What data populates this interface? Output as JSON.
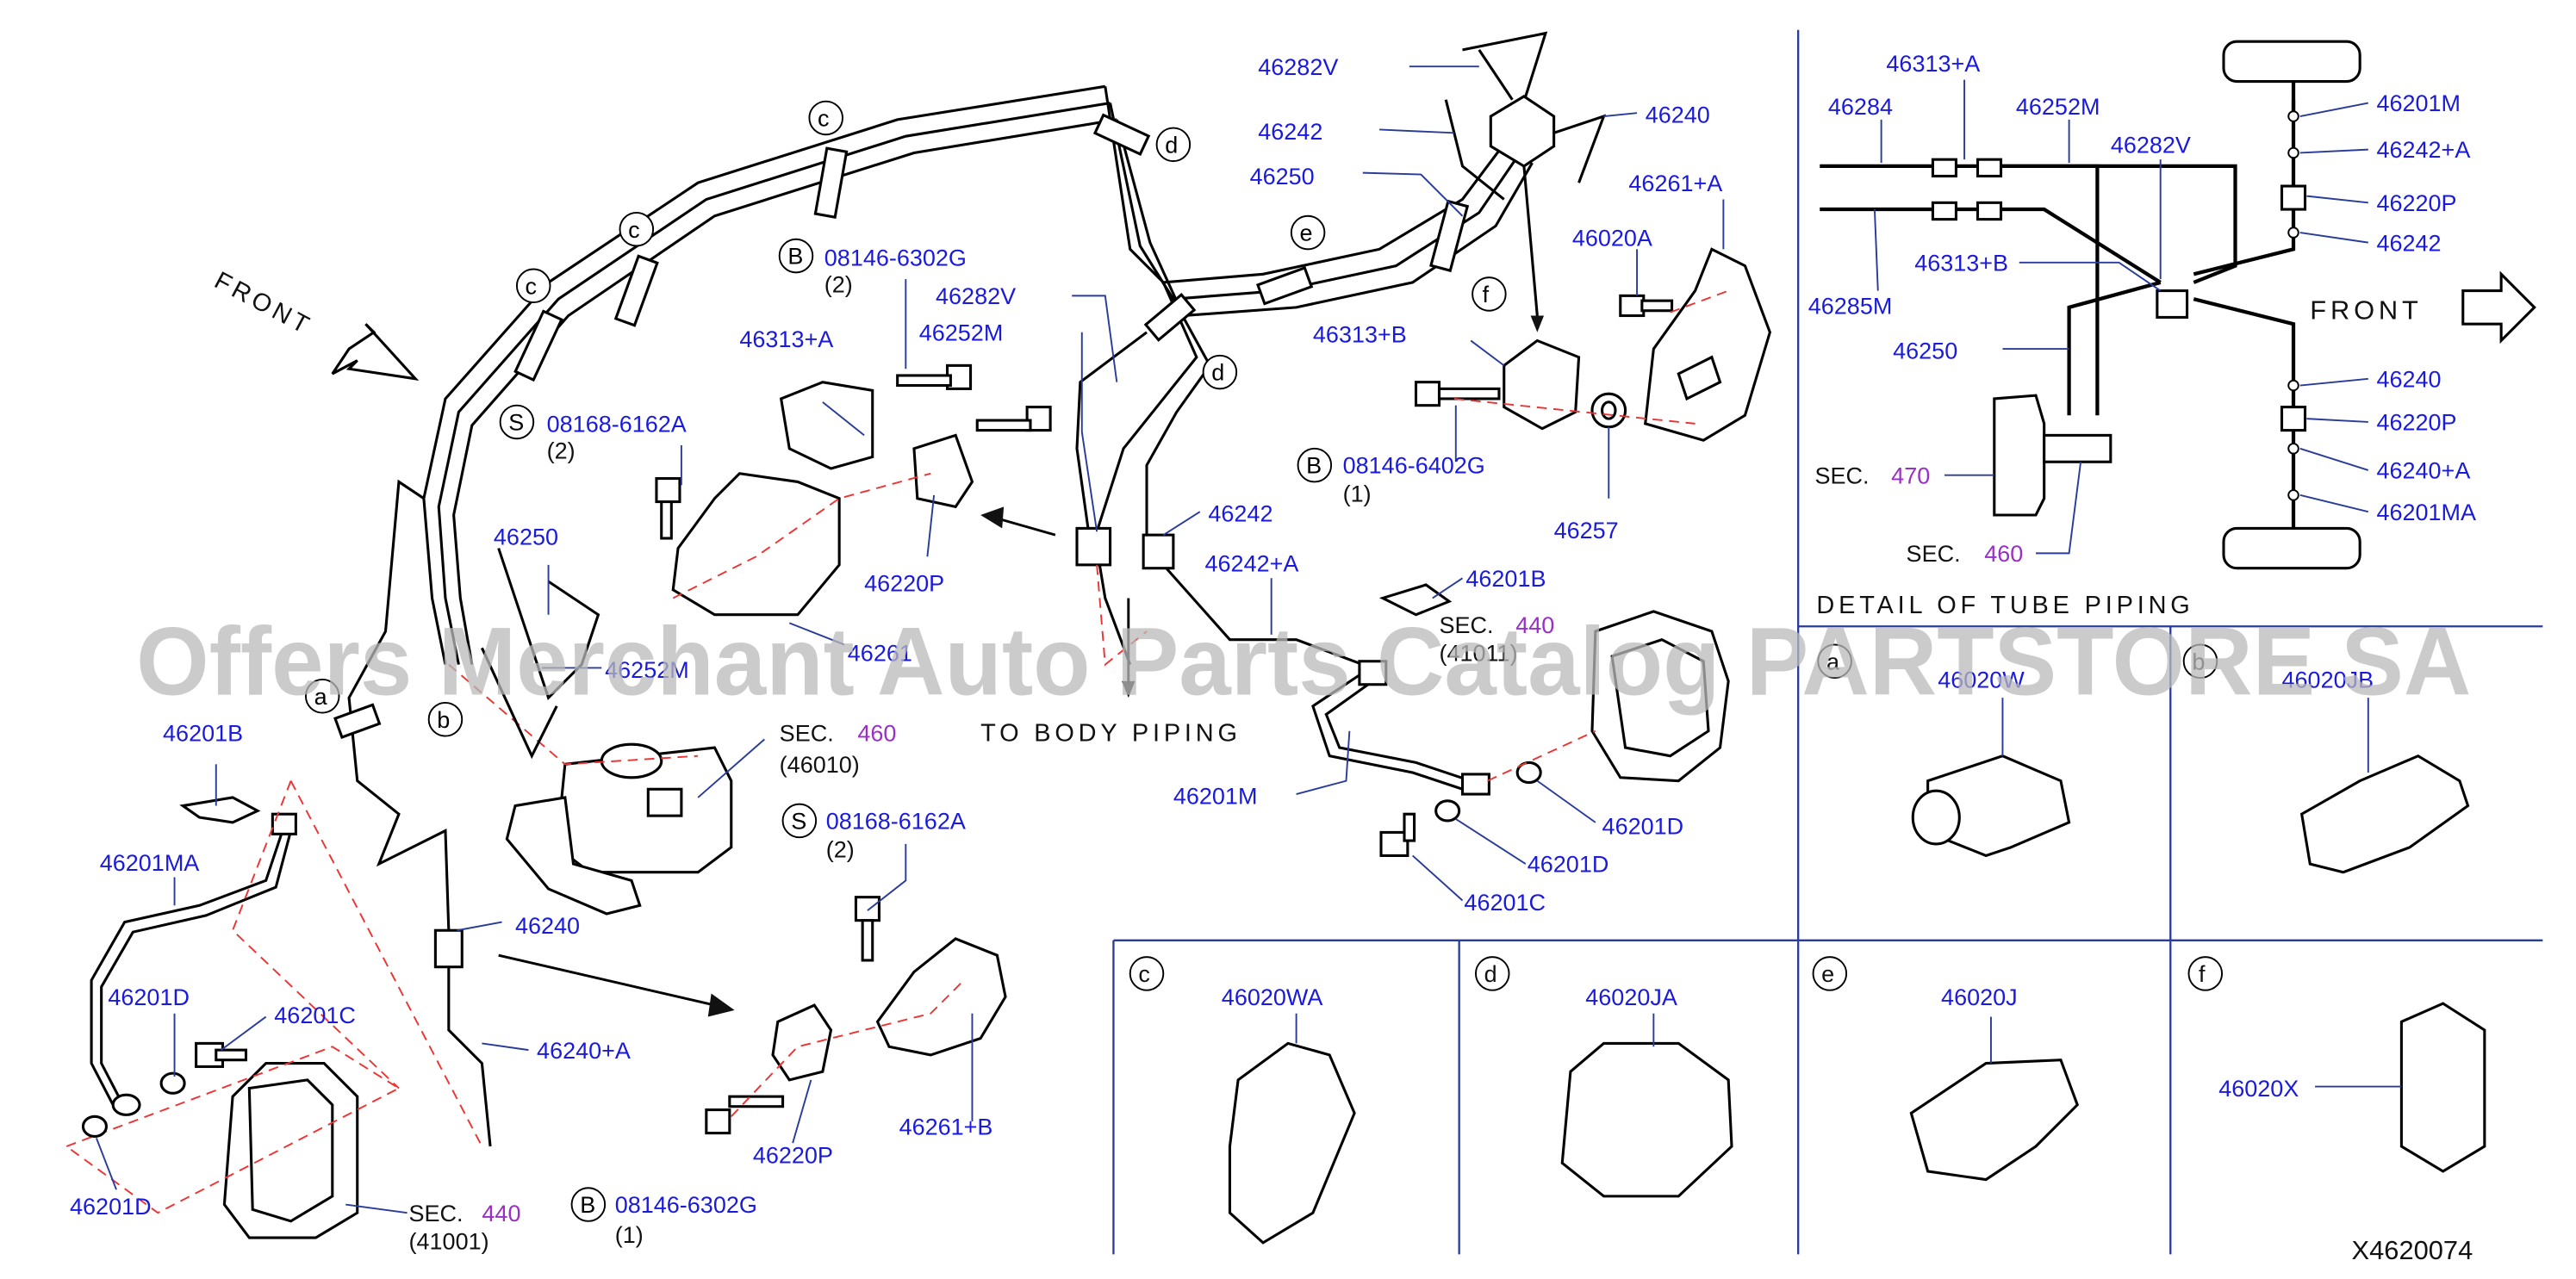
{
  "diagram": {
    "code": "X4620074",
    "front_left": "FRONT",
    "front_right": "FRONT",
    "to_body_piping": "TO BODY PIPING",
    "detail_title": "DETAIL OF TUBE PIPING",
    "watermark": "Offers Merchant Auto Parts Catalog PARTSTORE SA",
    "bolt_marks": {
      "b": "B",
      "s": "S"
    },
    "parts": {
      "p46282V_top": "46282V",
      "p46242_top": "46242",
      "p46240_top": "46240",
      "p46250_top": "46250",
      "p46261A": "46261+A",
      "p46020A": "46020A",
      "p46313B_top": "46313+B",
      "p46282V_mid": "46282V",
      "p46252M_mid": "46252M",
      "p46313A_mid": "46313+A",
      "p08146_6302G_top": "08146-6302G",
      "q2_a": "(2)",
      "p08168_6162A_top": "08168-6162A",
      "q2_b": "(2)",
      "p08146_6402G": "08146-6402G",
      "q1_a": "(1)",
      "p46257": "46257",
      "p46242_mid": "46242",
      "p46242A_mid": "46242+A",
      "p46220P_mid": "46220P",
      "p46250_left": "46250",
      "p46252M_left": "46252M",
      "p46261_mid": "46261",
      "p46201B_left": "46201B",
      "p46201MA_left": "46201MA",
      "p46201D_left1": "46201D",
      "p46201C_left": "46201C",
      "p46201D_left2": "46201D",
      "sec_440_left": "SEC.",
      "sec_440_left_num": "440",
      "sec_440_left_sub": "(41001)",
      "sec_460_mid": "SEC.",
      "sec_460_mid_num": "460",
      "sec_460_mid_sub": "(46010)",
      "p46240_left": "46240",
      "p46240A_left": "46240+A",
      "p08168_6162A_low": "08168-6162A",
      "q2_c": "(2)",
      "p46261B": "46261+B",
      "p46220P_low": "46220P",
      "p08146_6302G_low": "08146-6302G",
      "q1_b": "(1)",
      "p46201B_mid": "46201B",
      "sec_440_mid": "SEC.",
      "sec_440_mid_num": "440",
      "sec_440_mid_sub": "(41011)",
      "p46201M_mid": "46201M",
      "p46201D_mid1": "46201D",
      "p46201D_mid2": "46201D",
      "p46201C_mid": "46201C"
    },
    "detail_parts": {
      "d46313A": "46313+A",
      "d46284": "46284",
      "d46252M": "46252M",
      "d46282V": "46282V",
      "d46313B": "46313+B",
      "d46285M": "46285M",
      "d46250": "46250",
      "d46201M": "46201M",
      "d46242A": "46242+A",
      "d46220P_top": "46220P",
      "d46242": "46242",
      "d46240": "46240",
      "d46220P_bot": "46220P",
      "d46240A": "46240+A",
      "d46201MA": "46201MA",
      "dsec470": "SEC.",
      "dsec470_num": "470",
      "dsec460": "SEC.",
      "dsec460_num": "460"
    },
    "clip_panels": {
      "a_letter": "a",
      "a_part": "46020W",
      "b_letter": "b",
      "b_part": "46020JB",
      "c_letter": "c",
      "c_part": "46020WA",
      "d_letter": "d",
      "d_part": "46020JA",
      "e_letter": "e",
      "e_part": "46020J",
      "f_letter": "f",
      "f_part": "46020X"
    },
    "callouts": {
      "a": "a",
      "b": "b",
      "c": "c",
      "d": "d",
      "e": "e",
      "f": "f"
    },
    "colors": {
      "part_number": "#1a1adc",
      "section_ref": "#9a2fc4",
      "dash_line": "#e33333",
      "frame": "#2a3c9a"
    }
  }
}
